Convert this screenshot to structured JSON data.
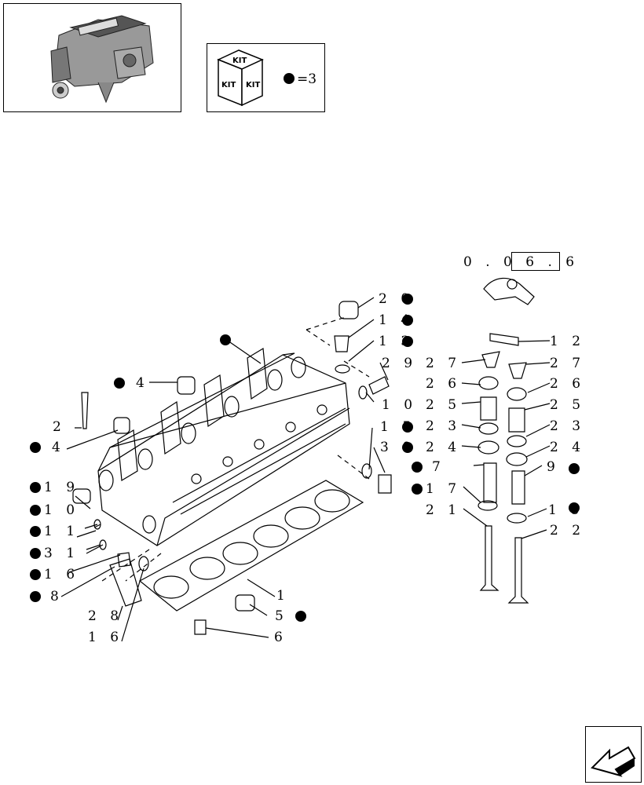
{
  "kit": {
    "badge_top": "KIT",
    "badge_left": "KIT",
    "badge_right": "KIT",
    "legend": "=3"
  },
  "reference": "0 . 0 6 . 6",
  "callouts": [
    {
      "id": "20",
      "text": "2 0"
    },
    {
      "id": "14",
      "text": "1 4"
    },
    {
      "id": "13",
      "text": "1 3"
    },
    {
      "id": "29",
      "text": "2 9"
    },
    {
      "id": "10",
      "text": "1 0"
    },
    {
      "id": "15",
      "text": "1 5"
    },
    {
      "id": "30",
      "text": "3 0"
    },
    {
      "id": "4a",
      "text": "4"
    },
    {
      "id": "2",
      "text": "2"
    },
    {
      "id": "4b",
      "text": "4"
    },
    {
      "id": "19",
      "text": "1 9"
    },
    {
      "id": "10b",
      "text": "1 0"
    },
    {
      "id": "11",
      "text": "1 1"
    },
    {
      "id": "31",
      "text": "3 1"
    },
    {
      "id": "16a",
      "text": "1 6"
    },
    {
      "id": "8",
      "text": "8"
    },
    {
      "id": "28",
      "text": "2 8"
    },
    {
      "id": "16b",
      "text": "1 6"
    },
    {
      "id": "1",
      "text": "1"
    },
    {
      "id": "5",
      "text": "5"
    },
    {
      "id": "6",
      "text": "6"
    },
    {
      "id": "12",
      "text": "1 2"
    },
    {
      "id": "27a",
      "text": "2 7"
    },
    {
      "id": "27b",
      "text": "2 7"
    },
    {
      "id": "26a",
      "text": "2 6"
    },
    {
      "id": "26b",
      "text": "2 6"
    },
    {
      "id": "25a",
      "text": "2 5"
    },
    {
      "id": "25b",
      "text": "2 5"
    },
    {
      "id": "23a",
      "text": "2 3"
    },
    {
      "id": "23b",
      "text": "2 3"
    },
    {
      "id": "24a",
      "text": "2 4"
    },
    {
      "id": "24b",
      "text": "2 4"
    },
    {
      "id": "7",
      "text": "7"
    },
    {
      "id": "9",
      "text": "9"
    },
    {
      "id": "17",
      "text": "1 7"
    },
    {
      "id": "18",
      "text": "1 8"
    },
    {
      "id": "21",
      "text": "2 1"
    },
    {
      "id": "22",
      "text": "2 2"
    }
  ],
  "icons": {
    "engine": "engine-thumbnail-icon",
    "kit": "kit-cube-icon",
    "nav": "next-page-arrow-icon"
  }
}
